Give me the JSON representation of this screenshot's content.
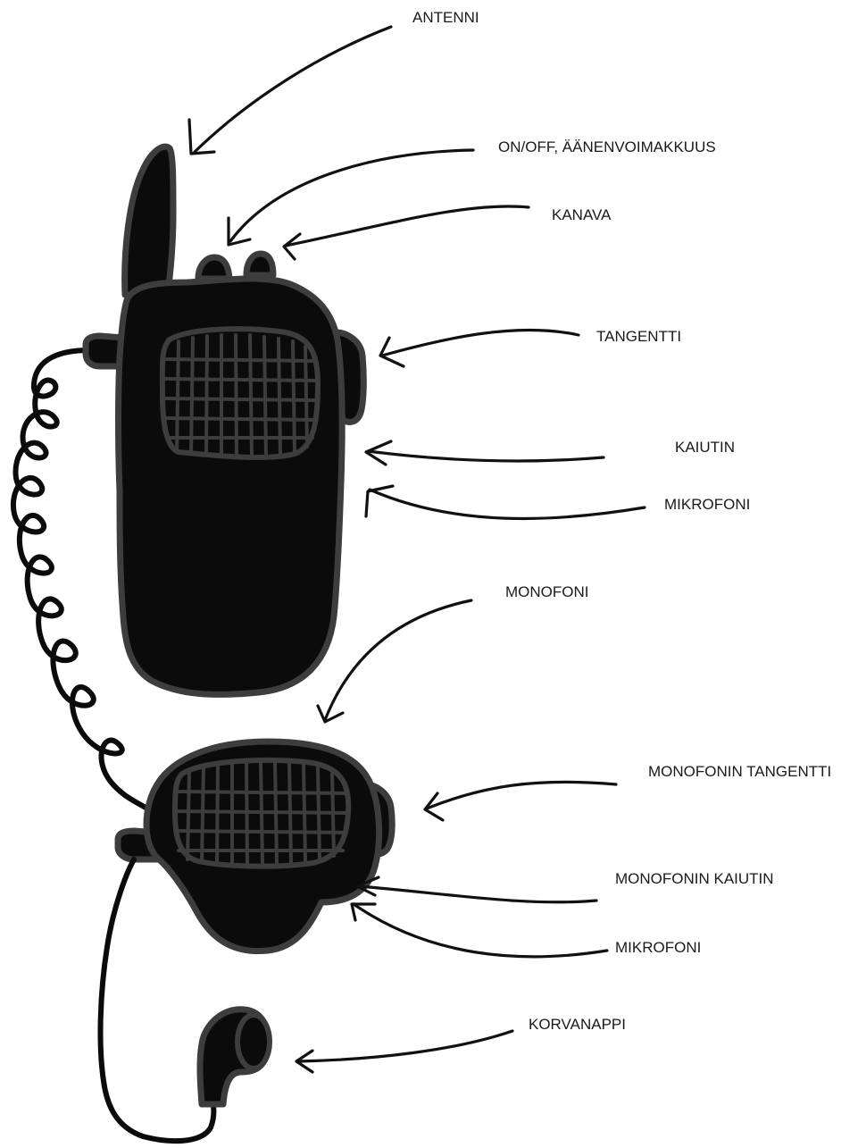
{
  "labels": {
    "antenni": "ANTENNI",
    "on_off": "ON/OFF, ÄÄNENVOIMAKKUUS",
    "kanava": "KANAVA",
    "tangentti": "TANGENTTI",
    "kaiutin": "KAIUTIN",
    "mikrofoni": "MIKROFONI",
    "monofoni": "MONOFONI",
    "monofonin_tangentti": "MONOFONIN TANGENTTI",
    "monofonin_kaiutin": "MONOFONIN KAIUTIN",
    "mikrofoni_2": "MIKROFONI",
    "korvanappi": "KORVANAPPI"
  },
  "colors": {
    "body": "#0b0b0b",
    "outline": "#3d3d3d",
    "text": "#1a1a1a",
    "background": "#ffffff"
  }
}
